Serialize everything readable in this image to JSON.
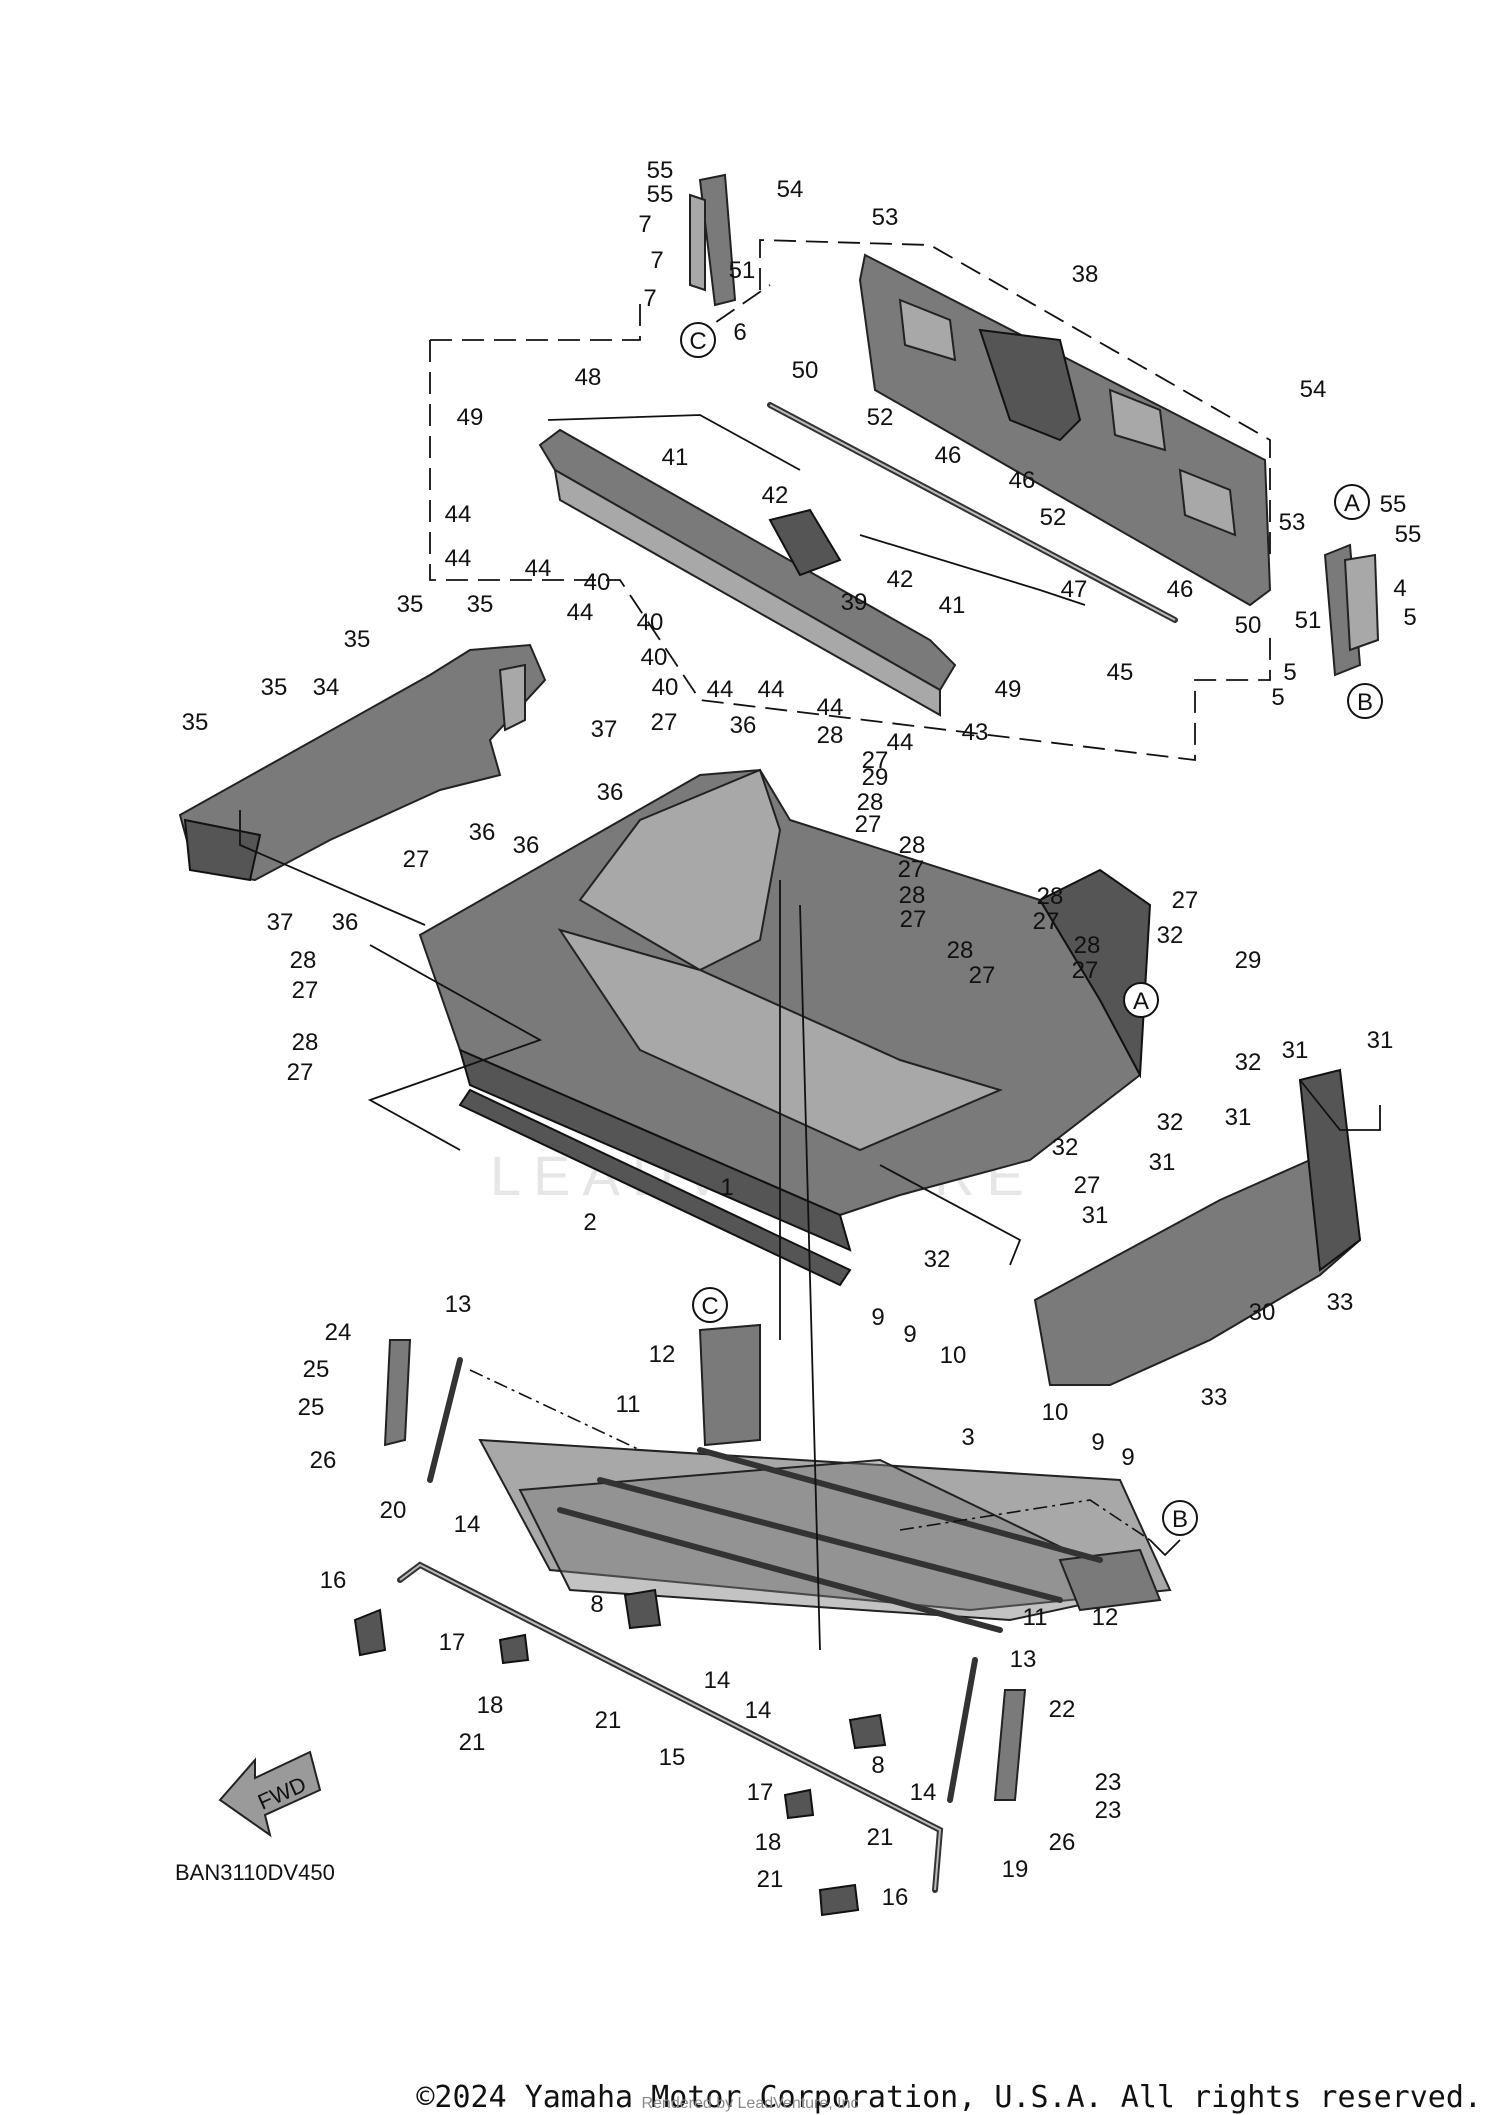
{
  "diagram": {
    "code": "BAN3110DV450",
    "fwd_label": "FWD",
    "watermark": "LEADVENTURE",
    "copyright": "©2024 Yamaha Motor Corporation, U.S.A. All rights reserved.",
    "rendered_by": "Rendered by LeadVenture, Inc",
    "ref_markers": [
      "A",
      "B",
      "C"
    ],
    "callouts": [
      {
        "id": "55a",
        "label": "55"
      },
      {
        "id": "55b",
        "label": "55"
      },
      {
        "id": "54a",
        "label": "54"
      },
      {
        "id": "7a",
        "label": "7"
      },
      {
        "id": "7b",
        "label": "7"
      },
      {
        "id": "7c",
        "label": "7"
      },
      {
        "id": "53a",
        "label": "53"
      },
      {
        "id": "51a",
        "label": "51"
      },
      {
        "id": "6",
        "label": "6"
      },
      {
        "id": "38",
        "label": "38"
      },
      {
        "id": "50a",
        "label": "50"
      },
      {
        "id": "48",
        "label": "48"
      },
      {
        "id": "52a",
        "label": "52"
      },
      {
        "id": "49a",
        "label": "49"
      },
      {
        "id": "41a",
        "label": "41"
      },
      {
        "id": "46a",
        "label": "46"
      },
      {
        "id": "46b",
        "label": "46"
      },
      {
        "id": "54b",
        "label": "54"
      },
      {
        "id": "44a",
        "label": "44"
      },
      {
        "id": "42a",
        "label": "42"
      },
      {
        "id": "52b",
        "label": "52"
      },
      {
        "id": "53b",
        "label": "53"
      },
      {
        "id": "55c",
        "label": "55"
      },
      {
        "id": "55d",
        "label": "55"
      },
      {
        "id": "44b",
        "label": "44"
      },
      {
        "id": "44c",
        "label": "44"
      },
      {
        "id": "40a",
        "label": "40"
      },
      {
        "id": "39",
        "label": "39"
      },
      {
        "id": "42b",
        "label": "42"
      },
      {
        "id": "41b",
        "label": "41"
      },
      {
        "id": "46c",
        "label": "46"
      },
      {
        "id": "4",
        "label": "4"
      },
      {
        "id": "5a",
        "label": "5"
      },
      {
        "id": "47",
        "label": "47"
      },
      {
        "id": "50b",
        "label": "50"
      },
      {
        "id": "51b",
        "label": "51"
      },
      {
        "id": "35a",
        "label": "35"
      },
      {
        "id": "35b",
        "label": "35"
      },
      {
        "id": "44d",
        "label": "44"
      },
      {
        "id": "40b",
        "label": "40"
      },
      {
        "id": "40c",
        "label": "40"
      },
      {
        "id": "45",
        "label": "45"
      },
      {
        "id": "5b",
        "label": "5"
      },
      {
        "id": "5c",
        "label": "5"
      },
      {
        "id": "35c",
        "label": "35"
      },
      {
        "id": "40d",
        "label": "40"
      },
      {
        "id": "44e",
        "label": "44"
      },
      {
        "id": "44f",
        "label": "44"
      },
      {
        "id": "49b",
        "label": "49"
      },
      {
        "id": "35d",
        "label": "35"
      },
      {
        "id": "34",
        "label": "34"
      },
      {
        "id": "44g",
        "label": "44"
      },
      {
        "id": "43",
        "label": "43"
      },
      {
        "id": "35e",
        "label": "35"
      },
      {
        "id": "37a",
        "label": "37"
      },
      {
        "id": "27a",
        "label": "27"
      },
      {
        "id": "36a",
        "label": "36"
      },
      {
        "id": "28a",
        "label": "28"
      },
      {
        "id": "44h",
        "label": "44"
      },
      {
        "id": "27b",
        "label": "27"
      },
      {
        "id": "36b",
        "label": "36"
      },
      {
        "id": "29a",
        "label": "29"
      },
      {
        "id": "28b",
        "label": "28"
      },
      {
        "id": "27c",
        "label": "27"
      },
      {
        "id": "36c",
        "label": "36"
      },
      {
        "id": "36d",
        "label": "36"
      },
      {
        "id": "28c",
        "label": "28"
      },
      {
        "id": "27d",
        "label": "27"
      },
      {
        "id": "27e",
        "label": "27"
      },
      {
        "id": "28d",
        "label": "28"
      },
      {
        "id": "28e",
        "label": "28"
      },
      {
        "id": "27f",
        "label": "27"
      },
      {
        "id": "27g",
        "label": "27"
      },
      {
        "id": "27h",
        "label": "27"
      },
      {
        "id": "32a",
        "label": "32"
      },
      {
        "id": "37b",
        "label": "37"
      },
      {
        "id": "36e",
        "label": "36"
      },
      {
        "id": "28f",
        "label": "28"
      },
      {
        "id": "28g",
        "label": "28"
      },
      {
        "id": "28h",
        "label": "28"
      },
      {
        "id": "29b",
        "label": "29"
      },
      {
        "id": "27i",
        "label": "27"
      },
      {
        "id": "27j",
        "label": "27"
      },
      {
        "id": "27k",
        "label": "27"
      },
      {
        "id": "28i",
        "label": "28"
      },
      {
        "id": "32b",
        "label": "32"
      },
      {
        "id": "31a",
        "label": "31"
      },
      {
        "id": "31b",
        "label": "31"
      },
      {
        "id": "27l",
        "label": "27"
      },
      {
        "id": "32c",
        "label": "32"
      },
      {
        "id": "31c",
        "label": "31"
      },
      {
        "id": "32d",
        "label": "32"
      },
      {
        "id": "31d",
        "label": "31"
      },
      {
        "id": "27m",
        "label": "27"
      },
      {
        "id": "1",
        "label": "1"
      },
      {
        "id": "2",
        "label": "2"
      },
      {
        "id": "31e",
        "label": "31"
      },
      {
        "id": "32e",
        "label": "32"
      },
      {
        "id": "33a",
        "label": "33"
      },
      {
        "id": "30",
        "label": "30"
      },
      {
        "id": "13a",
        "label": "13"
      },
      {
        "id": "24",
        "label": "24"
      },
      {
        "id": "9a",
        "label": "9"
      },
      {
        "id": "9b",
        "label": "9"
      },
      {
        "id": "12a",
        "label": "12"
      },
      {
        "id": "10a",
        "label": "10"
      },
      {
        "id": "25a",
        "label": "25"
      },
      {
        "id": "11a",
        "label": "11"
      },
      {
        "id": "25b",
        "label": "25"
      },
      {
        "id": "33b",
        "label": "33"
      },
      {
        "id": "10b",
        "label": "10"
      },
      {
        "id": "26a",
        "label": "26"
      },
      {
        "id": "3",
        "label": "3"
      },
      {
        "id": "9c",
        "label": "9"
      },
      {
        "id": "9d",
        "label": "9"
      },
      {
        "id": "14a",
        "label": "14"
      },
      {
        "id": "20",
        "label": "20"
      },
      {
        "id": "16a",
        "label": "16"
      },
      {
        "id": "11b",
        "label": "11"
      },
      {
        "id": "12b",
        "label": "12"
      },
      {
        "id": "8a",
        "label": "8"
      },
      {
        "id": "17a",
        "label": "17"
      },
      {
        "id": "13b",
        "label": "13"
      },
      {
        "id": "14b",
        "label": "14"
      },
      {
        "id": "14c",
        "label": "14"
      },
      {
        "id": "18a",
        "label": "18"
      },
      {
        "id": "22",
        "label": "22"
      },
      {
        "id": "21a",
        "label": "21"
      },
      {
        "id": "21b",
        "label": "21"
      },
      {
        "id": "15",
        "label": "15"
      },
      {
        "id": "8b",
        "label": "8"
      },
      {
        "id": "14d",
        "label": "14"
      },
      {
        "id": "23a",
        "label": "23"
      },
      {
        "id": "17b",
        "label": "17"
      },
      {
        "id": "23b",
        "label": "23"
      },
      {
        "id": "18b",
        "label": "18"
      },
      {
        "id": "21c",
        "label": "21"
      },
      {
        "id": "26b",
        "label": "26"
      },
      {
        "id": "19",
        "label": "19"
      },
      {
        "id": "21d",
        "label": "21"
      },
      {
        "id": "16b",
        "label": "16"
      }
    ]
  }
}
